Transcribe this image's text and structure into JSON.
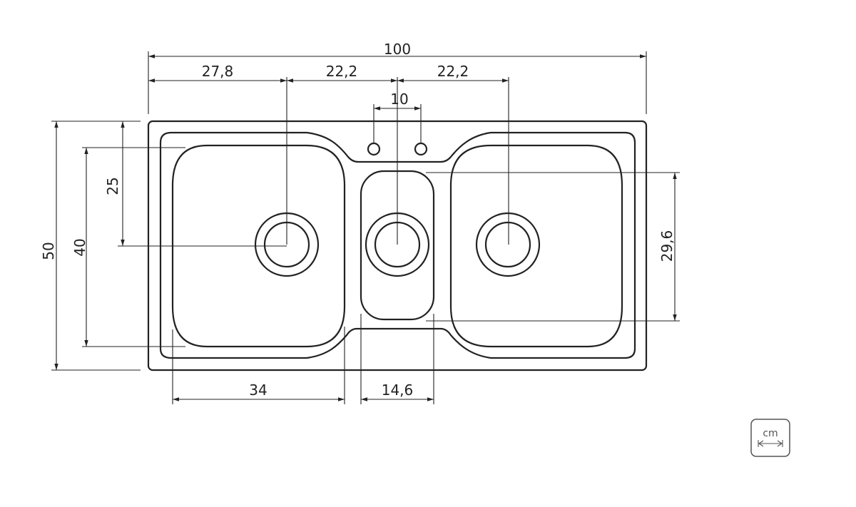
{
  "drawing": {
    "unit_label": "cm",
    "dimensions": {
      "total_width": "100",
      "left_offset": "27,8",
      "center_offset_1": "22,2",
      "center_offset_2": "22,2",
      "faucet_spacing": "10",
      "total_depth": "50",
      "left_bowl_depth": "40",
      "drain_depth": "25",
      "right_bowl_depth": "29,6",
      "left_bowl_width": "34",
      "middle_bowl_width": "14,6"
    },
    "colors": {
      "line": "#222222",
      "icon": "#555555"
    }
  }
}
